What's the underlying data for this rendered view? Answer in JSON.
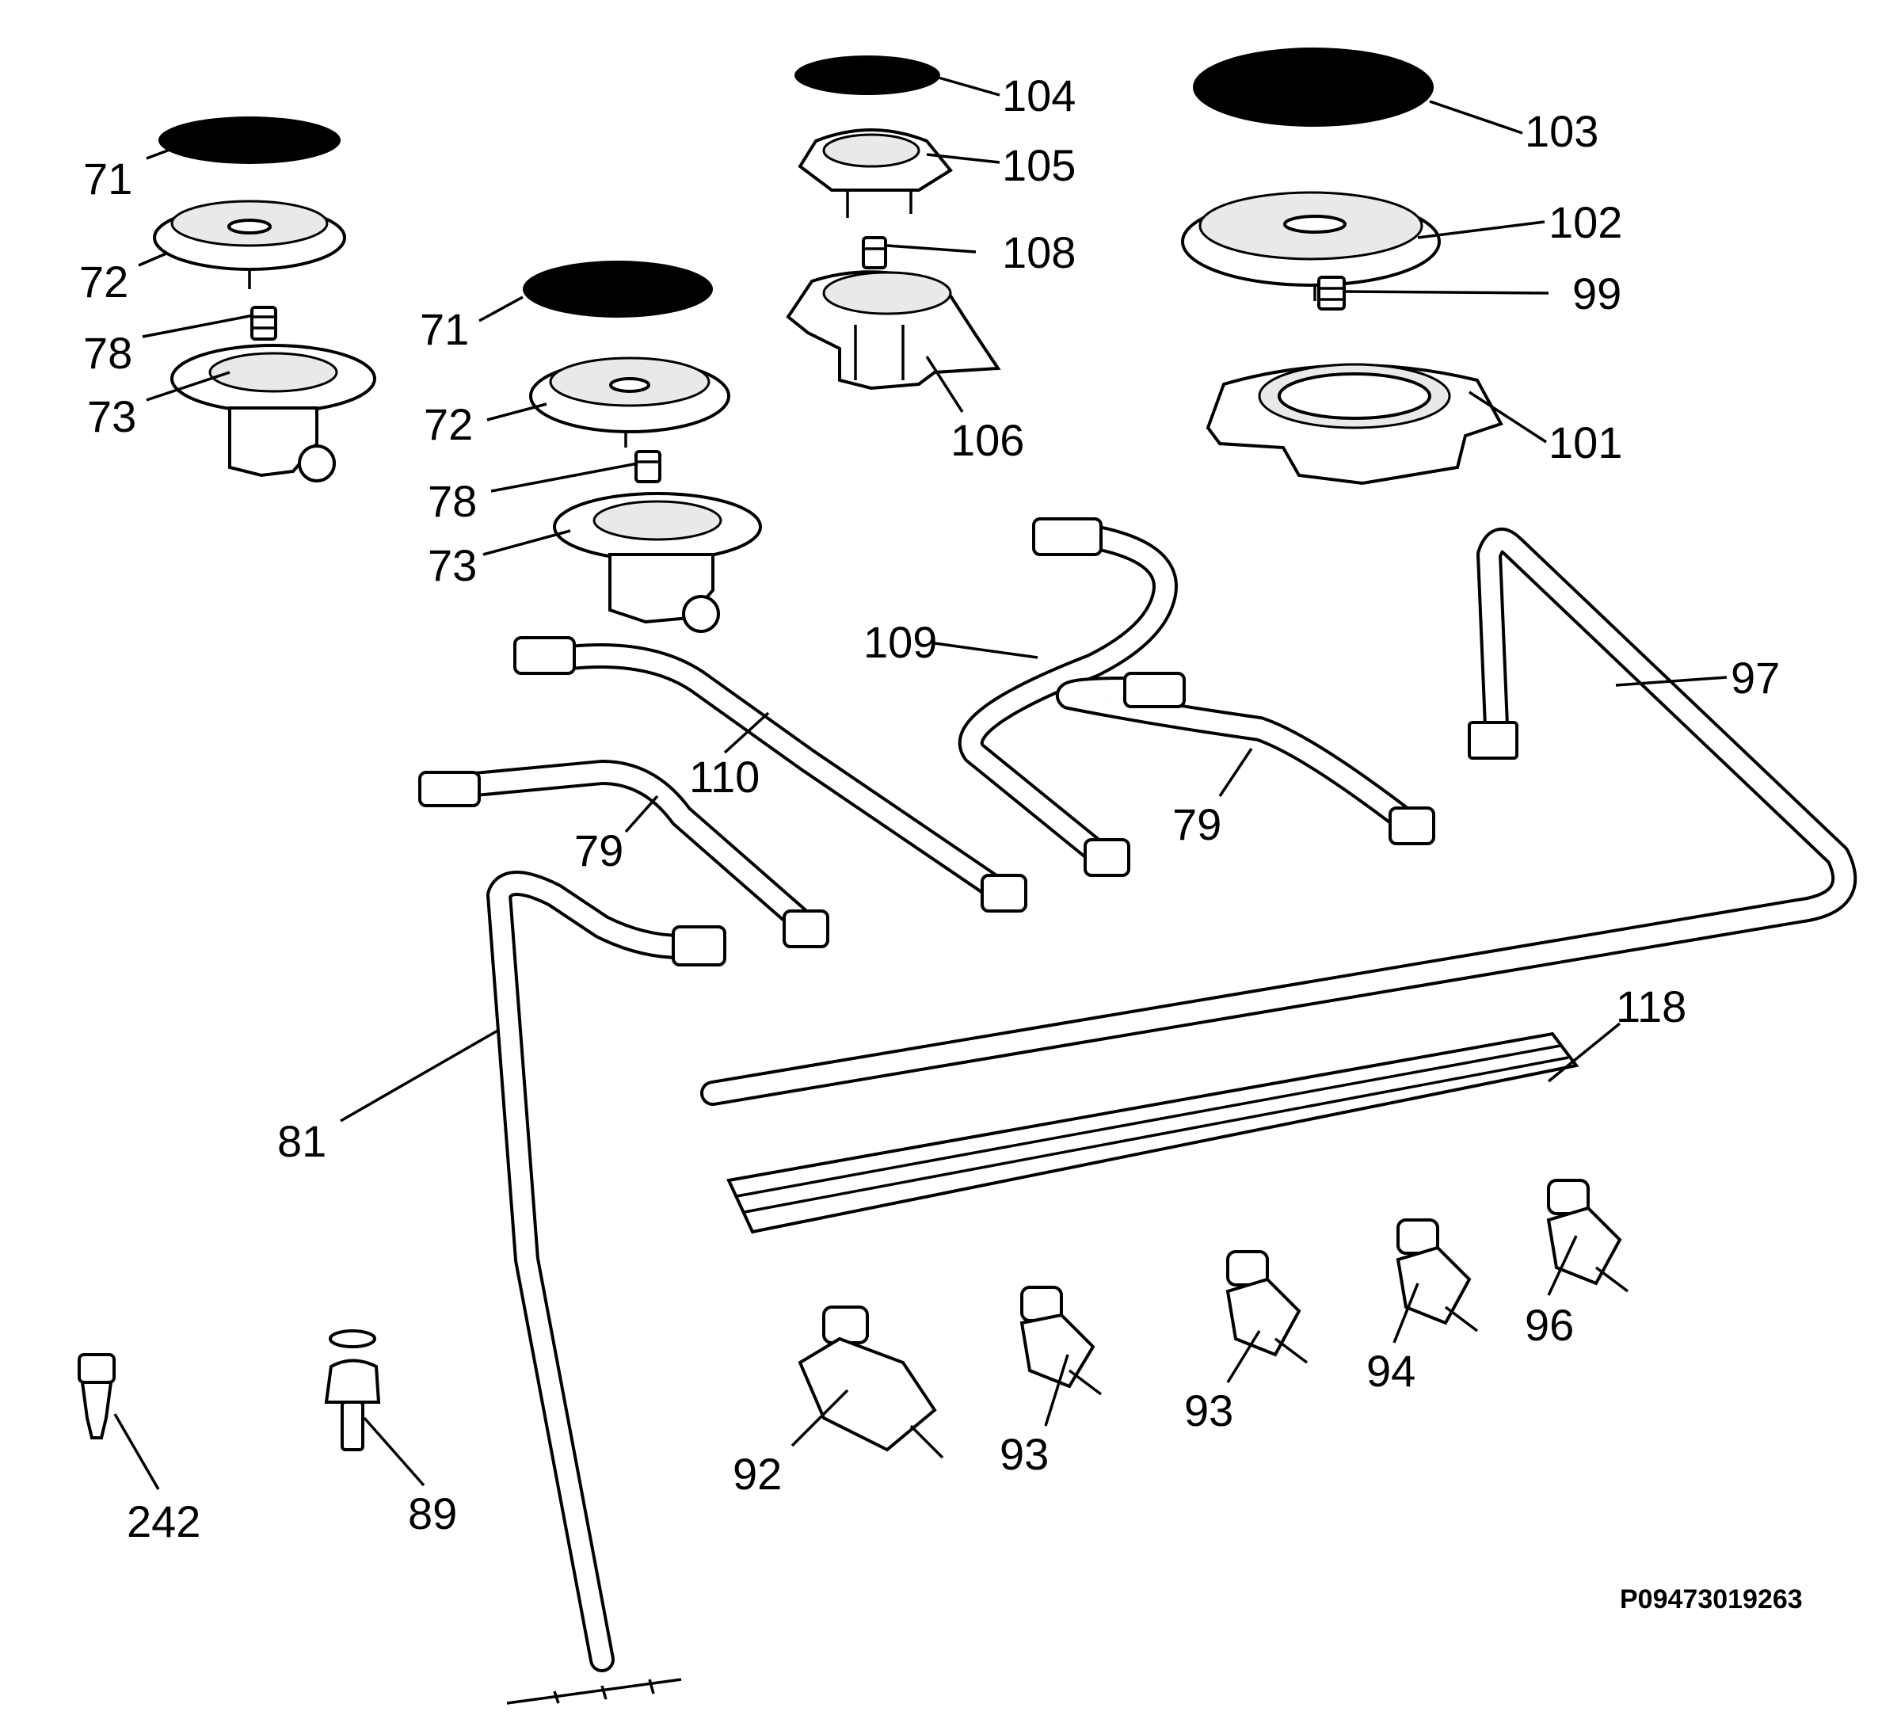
{
  "drawing_code": "P09473019263",
  "callouts": [
    {
      "id": "c-71-a",
      "text": "71"
    },
    {
      "id": "c-72-a",
      "text": "72"
    },
    {
      "id": "c-78-a",
      "text": "78"
    },
    {
      "id": "c-73-a",
      "text": "73"
    },
    {
      "id": "c-71-b",
      "text": "71"
    },
    {
      "id": "c-72-b",
      "text": "72"
    },
    {
      "id": "c-78-b",
      "text": "78"
    },
    {
      "id": "c-73-b",
      "text": "73"
    },
    {
      "id": "c-104",
      "text": "104"
    },
    {
      "id": "c-105",
      "text": "105"
    },
    {
      "id": "c-108",
      "text": "108"
    },
    {
      "id": "c-106",
      "text": "106"
    },
    {
      "id": "c-103",
      "text": "103"
    },
    {
      "id": "c-102",
      "text": "102"
    },
    {
      "id": "c-99",
      "text": "99"
    },
    {
      "id": "c-101",
      "text": "101"
    },
    {
      "id": "c-109",
      "text": "109"
    },
    {
      "id": "c-110",
      "text": "110"
    },
    {
      "id": "c-97",
      "text": "97"
    },
    {
      "id": "c-79-a",
      "text": "79"
    },
    {
      "id": "c-79-b",
      "text": "79"
    },
    {
      "id": "c-81",
      "text": "81"
    },
    {
      "id": "c-118",
      "text": "118"
    },
    {
      "id": "c-92",
      "text": "92"
    },
    {
      "id": "c-93-a",
      "text": "93"
    },
    {
      "id": "c-93-b",
      "text": "93"
    },
    {
      "id": "c-94",
      "text": "94"
    },
    {
      "id": "c-96",
      "text": "96"
    },
    {
      "id": "c-242",
      "text": "242"
    },
    {
      "id": "c-89",
      "text": "89"
    }
  ]
}
